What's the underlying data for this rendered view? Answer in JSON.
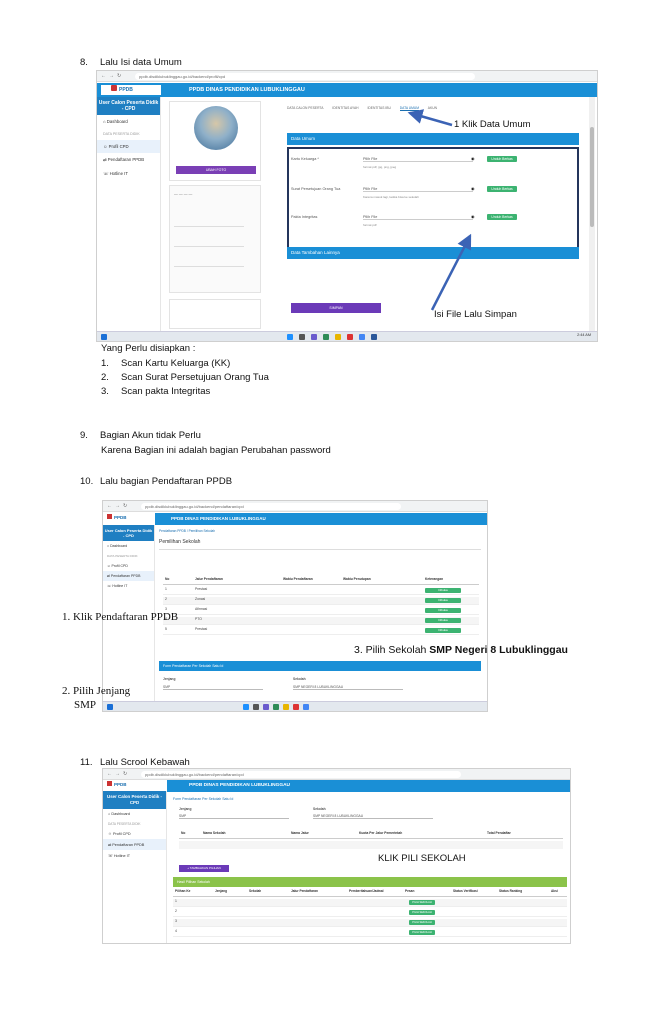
{
  "steps": [
    {
      "num": "8.",
      "title": "Lalu Isi data Umum"
    },
    {
      "num": "9.",
      "title": "Bagian Akun tidak Perlu",
      "note": "Karena Bagian ini adalah bagian Perubahan password"
    },
    {
      "num": "10.",
      "title": "Lalu bagian Pendaftaran PPDB"
    },
    {
      "num": "11.",
      "title": "Lalu Scrool Kebawah"
    }
  ],
  "prep": {
    "heading": "Yang Perlu disiapkan :",
    "items": [
      {
        "num": "1.",
        "text": "Scan Kartu Keluarga (KK)"
      },
      {
        "num": "2.",
        "text": "Scan Surat Persetujuan Orang Tua"
      },
      {
        "num": "3.",
        "text": "Scan pakta Integritas"
      }
    ]
  },
  "app": {
    "brand": "PPDB",
    "header_title": "PPDB DINAS PENDIDIKAN LUBUKLINGGAU",
    "sidebar_title": "User Calon Peserta Didik - CPD",
    "menu_dashboard": "Dashboard",
    "menu_section": "DATA PESERTA DIDIK",
    "menu_profil": "Profil CPD",
    "menu_pendaftaran": "Pendaftaran PPDB",
    "menu_hotline": "Hotline IT"
  },
  "shot1": {
    "url": "ppdb.disdiklubuklinggau.go.id/backend/profil/cpd",
    "tabs": [
      "DATA CALON PESERTA",
      "IDENTITAS AYAH",
      "IDENTITAS IBU",
      "DATA UMUM",
      "AKUN"
    ],
    "section_title": "Data Umum",
    "fields": [
      {
        "label": "Kartu Keluarga *",
        "value": "Pilih File",
        "hint": "format pdf, jpg, png, jpeg",
        "button": "Unduh Berkas"
      },
      {
        "label": "Surat Persetujuan Orang Tua",
        "value": "Pilih File",
        "hint": "Karena masuk lagi, ketika bisa ke sekolah",
        "button": "Unduh Berkas"
      },
      {
        "label": "Pakta Integritas",
        "value": "Pilih File",
        "hint": "format pdf",
        "button": "Unduh Berkas"
      }
    ],
    "section2_title": "Data Tambahan Lainnya",
    "save_button": "SIMPAN",
    "photo_button": "UBAH FOTO",
    "annot_1": "1 Klik Data Umum",
    "annot_2": "Isi File Lalu Simpan",
    "clock": "2:44 AM"
  },
  "shot2": {
    "url": "ppdb.disdiklubuklinggau.go.id/backend/pendaftaran/cpd",
    "breadcrumb": "Pendaftaran PPDB / Pemilihan Sekolah",
    "page_title": "Pemilihan Sekolah",
    "table_headers": [
      "No",
      "Jalur Pendaftaran",
      "Waktu Pendaftaran",
      "Waktu Penutupan",
      "Keterangan"
    ],
    "rows": [
      {
        "no": "1",
        "jalur": "Prestasi",
        "keterangan": "Dibuka"
      },
      {
        "no": "2",
        "jalur": "Zonasi",
        "keterangan": "Dibuka"
      },
      {
        "no": "3",
        "jalur": "Afirmasi",
        "keterangan": "Dibuka"
      },
      {
        "no": "4",
        "jalur": "PTO",
        "keterangan": "Dibuka"
      },
      {
        "no": "5",
        "jalur": "Prestasi",
        "keterangan": "Dibuka"
      }
    ],
    "form_title": "Form Pendaftaran Per Sekolah Satu Id",
    "jenjang_label": "Jenjang",
    "jenjang_value": "SMP",
    "sekolah_label": "Sekolah",
    "sekolah_value": "SMP NEGERI 8 LUBUKLINGGAU",
    "annot_1": "1. Klik Pendaftaran PPDB",
    "annot_2_line1": "2. Pilih Jenjang",
    "annot_2_line2": "SMP",
    "annot_3_pre": "3. Pilih Sekolah ",
    "annot_3_bold": "SMP Negeri 8 Lubuklinggau"
  },
  "shot3": {
    "url": "ppdb.disdiklubuklinggau.go.id/backend/pendaftaran/cpd",
    "form_title": "Form Pendaftaran Per Sekolah Satu Id",
    "jenjang_label": "Jenjang",
    "jenjang_value": "SMP",
    "sekolah_label": "Sekolah",
    "sekolah_value": "SMP NEGERI 8 LUBUKLINGGAU",
    "table_headers": [
      "No",
      "Nama Sekolah",
      "Nama Jalur",
      "Kuota Per Jalur Pemerintah",
      "Total Pendaftar"
    ],
    "add_button": "+ TAMBAHKAN PILIHAN",
    "result_title": "Hasil Pilihan Sekolah",
    "result_headers": [
      "Pilihan Ke",
      "Jenjang",
      "Sekolah",
      "Jalur Pendaftaran",
      "Pemberitahuan/Jadwal",
      "Pesan",
      "Status Verifikasi",
      "Status Ranking",
      "Aksi"
    ],
    "result_rows": [
      {
        "no": "1",
        "button": "PILIH SEKOLAH"
      },
      {
        "no": "2",
        "button": "PILIH SEKOLAH"
      },
      {
        "no": "3",
        "button": "PILIH SEKOLAH"
      },
      {
        "no": "4",
        "button": "PILIH SEKOLAH"
      }
    ],
    "annot": "KLIK PILI SEKOLAH"
  }
}
